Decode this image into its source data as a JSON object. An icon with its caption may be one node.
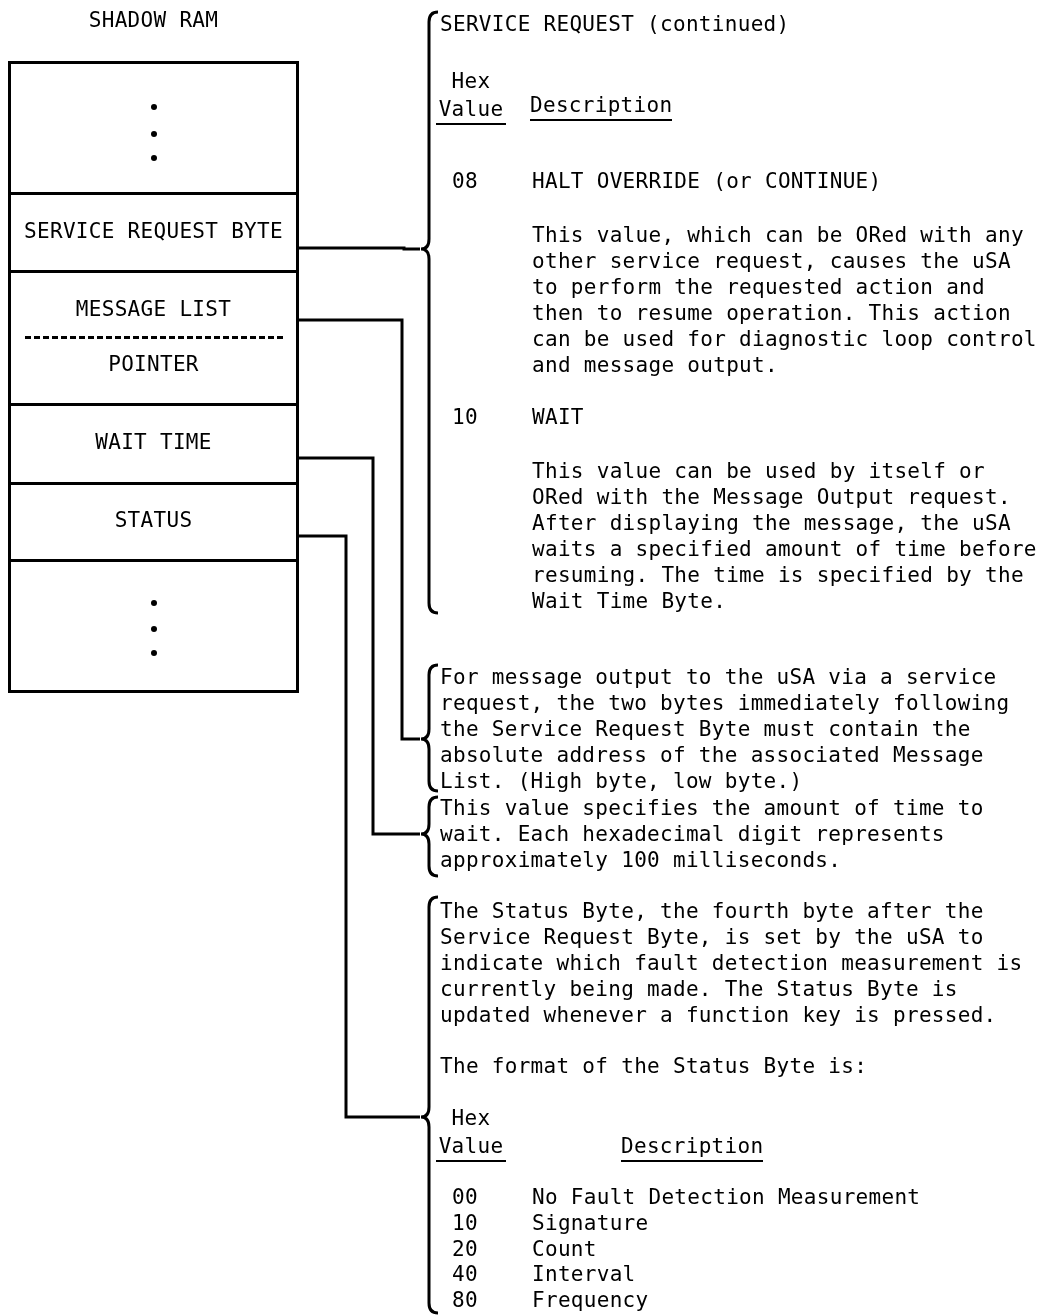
{
  "diagram": {
    "nodes": [
      {
        "text": [
          "SHADOW RAM"
        ]
      },
      {
        "text": [],
        "shape": "box",
        "in": 0
      },
      {
        "text": [
          "SERVICE REQUEST BYTE"
        ],
        "in": 0
      },
      {
        "text": [
          "MESSAGE LIST",
          "POINTER"
        ],
        "in": 0
      },
      {
        "text": [
          "WAIT TIME"
        ],
        "in": 0
      },
      {
        "text": [
          "STATUS"
        ],
        "in": 0
      },
      {
        "text": [],
        "shape": "box",
        "in": 0
      },
      {
        "text": [
          "SERVICE REQUEST (continued)",
          "Hex Value",
          "Description",
          "08",
          "HALT OVERRIDE (or CONTINUE)",
          "This value, which can be ORed with any other service request, causes the uSA to perform the requested action and then to resume operation. This action can be used for diagnostic loop control and message output.",
          "10",
          "WAIT",
          "This value can be used by itself or ORed with the Message Output request. After displaying the message, the uSA waits a specified amount of time before resuming. The time is specified by the Wait Time Byte."
        ]
      },
      {
        "text": [
          "For message output to the uSA via a service request, the two bytes immediately following the Service Request Byte must contain the absolute address of the associated Message List. (High byte, low byte.)"
        ]
      },
      {
        "text": [
          "This value specifies the amount of time to wait. Each hexadecimal digit represents approximately 100 milliseconds."
        ]
      },
      {
        "text": [
          "The Status Byte, the fourth byte after the Service Request Byte, is set by the uSA to indicate which fault detection measurement is currently being made. The Status Byte is updated whenever a function key is pressed.",
          "The format of the Status Byte is:",
          "Hex Value",
          "Description",
          "00",
          "No Fault Detection Measurement",
          "10",
          "Signature",
          "20",
          "Count",
          "40",
          "Interval",
          "80",
          "Frequency"
        ]
      }
    ],
    "edges": [
      {
        "from": 2,
        "to": 7,
        "arrow": "none"
      },
      {
        "from": 3,
        "to": 8,
        "arrow": "none"
      },
      {
        "from": 4,
        "to": 9,
        "arrow": "none"
      },
      {
        "from": 5,
        "to": 10,
        "arrow": "none"
      }
    ]
  }
}
